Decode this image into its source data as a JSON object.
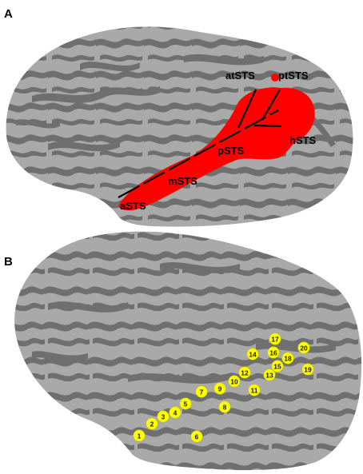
{
  "panels": [
    {
      "letter": "A"
    },
    {
      "letter": "B"
    }
  ],
  "colors": {
    "cortex_light": "#a9a9a9",
    "cortex_dark": "#6f6f6f",
    "activation": "#ff0000",
    "electrode": "#ffff00",
    "line": "#000000"
  },
  "sts_labels": {
    "atSTS": "atSTS",
    "ptSTS": "ptSTS",
    "hSTS": "hSTS",
    "pSTS": "pSTS",
    "mSTS": "mSTS",
    "aSTS": "aSTS"
  },
  "electrodes": [
    "1",
    "2",
    "3",
    "4",
    "5",
    "6",
    "7",
    "8",
    "9",
    "10",
    "11",
    "12",
    "13",
    "14",
    "15",
    "16",
    "17",
    "18",
    "19",
    "20"
  ]
}
